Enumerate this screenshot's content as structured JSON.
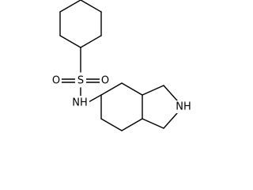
{
  "molecule": {
    "atom_labels": {
      "s": "S",
      "o_left": "O",
      "o_right": "O",
      "nh_sulfonamide": "NH",
      "nh_ring": "NH"
    }
  }
}
